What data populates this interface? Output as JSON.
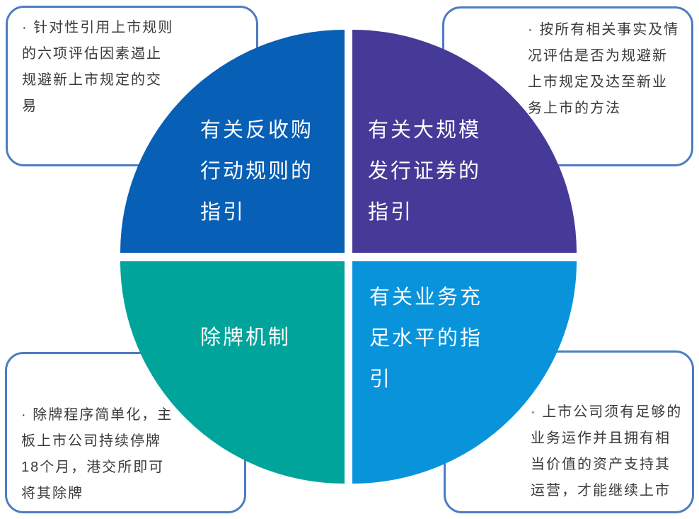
{
  "diagram": {
    "title_hint": "four-quadrant circle infographic about listing-rules guidance",
    "quadrants": {
      "top_left": {
        "label": "有关反收购\n行动规则的\n指引",
        "color": "#075fb6"
      },
      "top_right": {
        "label": "有关大规模\n发行证券的\n指引",
        "color": "#463a98"
      },
      "bottom_left": {
        "label": "除牌机制",
        "color": "#00a49b"
      },
      "bottom_right": {
        "label": "有关业务充\n足水平的指\n引",
        "color": "#0893db"
      }
    },
    "callouts": {
      "top_left": {
        "text": "· 针对性引用上市规则\n的六项评估因素遏止\n规避新上市规定的交\n易"
      },
      "top_right": {
        "text": "· 按所有相关事实及情\n况评估是否为规避新\n上市规定及达至新业\n务上市的方法"
      },
      "bottom_left": {
        "text": "· 除牌程序简单化，主\n板上市公司持续停牌\n18个月，港交所即可\n将其除牌"
      },
      "bottom_right": {
        "text": "· 上市公司须有足够的\n业务运作并且拥有相\n当价值的资产支持其\n运营，才能继续上市"
      }
    },
    "colors": {
      "callout_border": "#4c7cc2",
      "callout_text": "#3a3a3a",
      "quadrant_text": "#ffffff",
      "background": "#ffffff"
    }
  }
}
